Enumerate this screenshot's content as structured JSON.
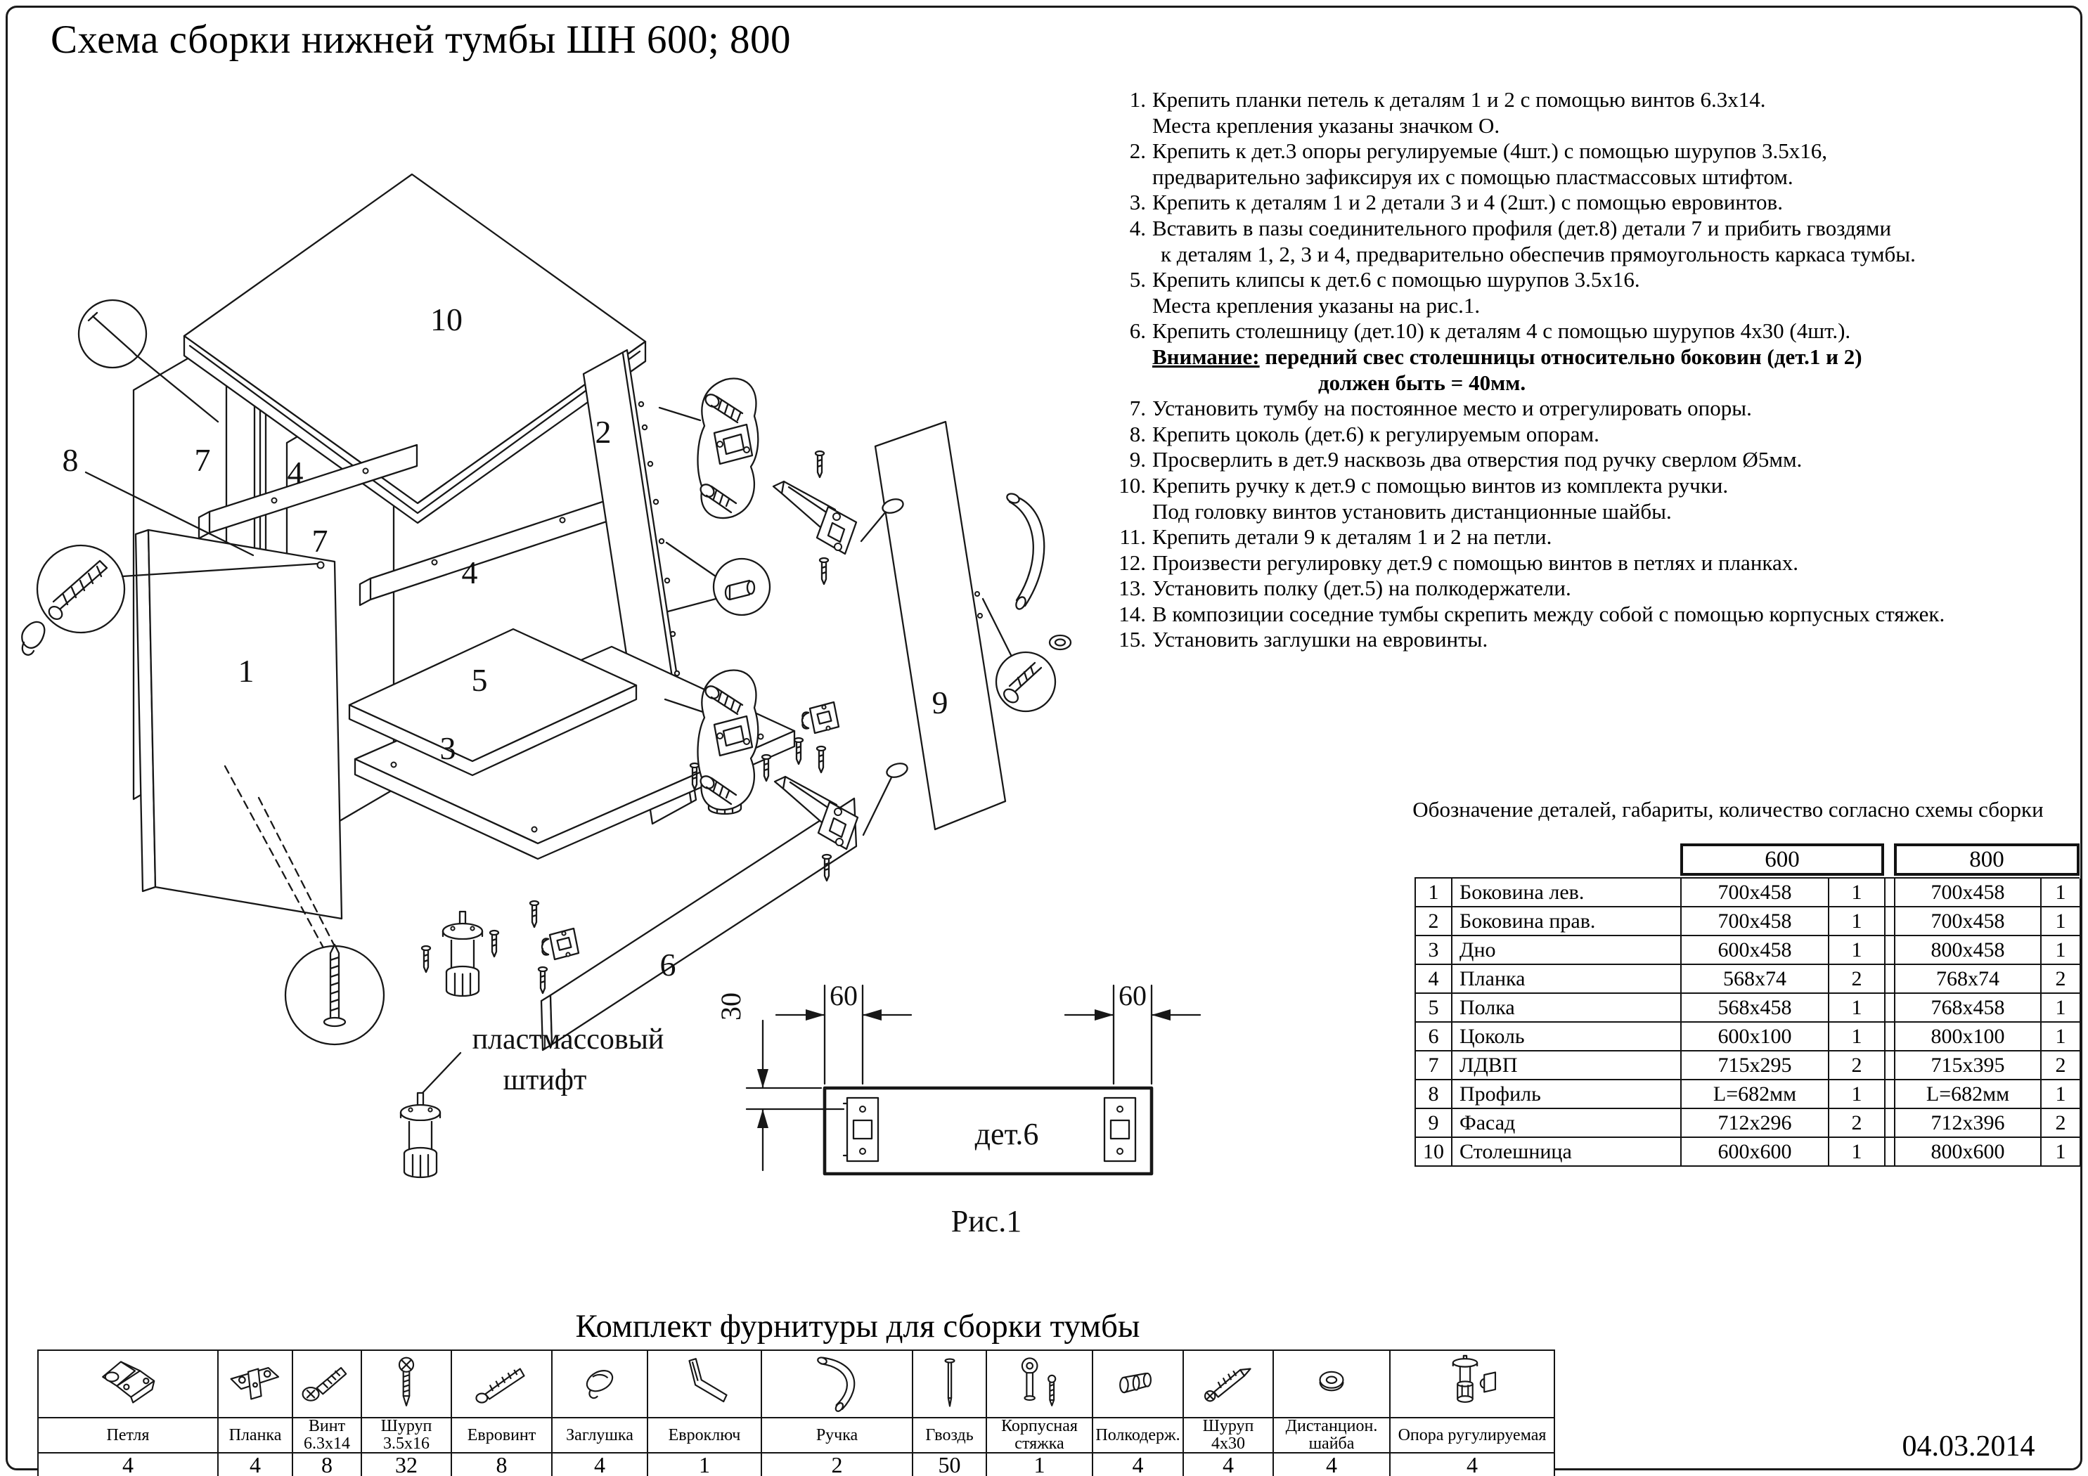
{
  "title": "Схема сборки нижней тумбы ШН 600; 800",
  "date": "04.03.2014",
  "colors": {
    "ink": "#171717",
    "paper": "#ffffff"
  },
  "diagram": {
    "labels": {
      "p1": "1",
      "p2": "2",
      "p3": "3",
      "p4a": "4",
      "p4b": "4",
      "p5": "5",
      "p6": "6",
      "p7a": "7",
      "p7b": "7",
      "p8": "8",
      "p9": "9",
      "p10": "10",
      "shtift1": "пластмассовый",
      "shtift2": "штифт"
    },
    "figure": {
      "part_label": "дет.6",
      "caption": "Рис.1",
      "dim_offset": "30",
      "dim_spacing": "60"
    }
  },
  "instructions": {
    "lines": [
      {
        "num": "1.",
        "text": "Крепить планки петель к деталям 1 и 2 с помощью винтов 6.3x14."
      },
      {
        "num": "",
        "text": "Места крепления указаны значком О."
      },
      {
        "num": "2.",
        "text": "Крепить к дет.3 опоры регулируемые (4шт.) с помощью шурупов 3.5x16,"
      },
      {
        "num": "",
        "text": "предварительно зафиксируя их с помощью пластмассовых штифтом."
      },
      {
        "num": "3.",
        "text": "Крепить к деталям 1 и 2 детали 3 и 4 (2шт.) с помощью евровинтов."
      },
      {
        "num": "4.",
        "text": "Вставить в пазы соединительного профиля (дет.8) детали 7 и прибить гвоздями"
      },
      {
        "num": "",
        "text": "к деталям 1, 2, 3 и 4, предварительно обеспечив прямоугольность каркаса тумбы.",
        "indent": true
      },
      {
        "num": "5.",
        "text": "Крепить клипсы к дет.6 с помощью шурупов 3.5x16."
      },
      {
        "num": "",
        "text": "Места крепления указаны на рис.1."
      },
      {
        "num": "6.",
        "text": "Крепить столешницу (дет.10) к деталям 4 с помощью шурупов 4x30 (4шт.)."
      },
      {
        "num": "",
        "prefix": "Внимание:",
        "text": " передний свес столешницы относительно боковин (дет.1 и 2)",
        "bold": true
      },
      {
        "num": "",
        "text": "должен быть = 40мм.",
        "bold": true,
        "indent2": true
      },
      {
        "num": "7.",
        "text": "Установить тумбу на постоянное место и отрегулировать опоры."
      },
      {
        "num": "8.",
        "text": "Крепить цоколь (дет.6) к регулируемым опорам."
      },
      {
        "num": "9.",
        "text": "Просверлить в дет.9 насквозь два отверстия под ручку сверлом Ø5мм."
      },
      {
        "num": "10.",
        "text": "Крепить ручку к дет.9 с помощью винтов из комплекта ручки."
      },
      {
        "num": "",
        "text": "Под головку винтов установить дистанционные шайбы."
      },
      {
        "num": "11.",
        "text": "Крепить детали 9 к деталям 1 и 2 на петли."
      },
      {
        "num": "12.",
        "text": "Произвести регулировку дет.9 с помощью винтов в петлях и планках."
      },
      {
        "num": "13.",
        "text": "Установить полку (дет.5) на полкодержатели."
      },
      {
        "num": "14.",
        "text": "В композиции соседние тумбы скрепить между собой с помощью корпусных стяжек."
      },
      {
        "num": "15.",
        "text": "Установить заглушки на евровинты."
      }
    ]
  },
  "parts_table": {
    "title": "Обозначение деталей, габариты, количество согласно схемы сборки",
    "col_groups": [
      "600",
      "800"
    ],
    "rows": [
      {
        "num": "1",
        "name": "Боковина лев.",
        "size600": "700x458",
        "qty600": "1",
        "size800": "700x458",
        "qty800": "1"
      },
      {
        "num": "2",
        "name": "Боковина прав.",
        "size600": "700x458",
        "qty600": "1",
        "size800": "700x458",
        "qty800": "1"
      },
      {
        "num": "3",
        "name": "Дно",
        "size600": "600x458",
        "qty600": "1",
        "size800": "800x458",
        "qty800": "1"
      },
      {
        "num": "4",
        "name": "Планка",
        "size600": "568x74",
        "qty600": "2",
        "size800": "768x74",
        "qty800": "2"
      },
      {
        "num": "5",
        "name": "Полка",
        "size600": "568x458",
        "qty600": "1",
        "size800": "768x458",
        "qty800": "1"
      },
      {
        "num": "6",
        "name": "Цоколь",
        "size600": "600x100",
        "qty600": "1",
        "size800": "800x100",
        "qty800": "1"
      },
      {
        "num": "7",
        "name": "ЛДВП",
        "size600": "715x295",
        "qty600": "2",
        "size800": "715x395",
        "qty800": "2"
      },
      {
        "num": "8",
        "name": "Профиль",
        "size600": "L=682мм",
        "qty600": "1",
        "size800": "L=682мм",
        "qty800": "1"
      },
      {
        "num": "9",
        "name": "Фасад",
        "size600": "712x296",
        "qty600": "2",
        "size800": "712x396",
        "qty800": "2"
      },
      {
        "num": "10",
        "name": "Столешница",
        "size600": "600x600",
        "qty600": "1",
        "size800": "800x600",
        "qty800": "1"
      }
    ]
  },
  "hardware_kit": {
    "title": "Комплект фурнитуры для сборки тумбы",
    "items": [
      {
        "name": "Петля",
        "qty": "4",
        "icon": "hinge-icon"
      },
      {
        "name": "Планка",
        "qty": "4",
        "icon": "mounting-plate-icon"
      },
      {
        "name": "Винт 6.3x14",
        "qty": "8",
        "icon": "screw-icon"
      },
      {
        "name": "Шуруп 3.5x16",
        "qty": "32",
        "icon": "wood-screw-icon"
      },
      {
        "name": "Евровинт",
        "qty": "8",
        "icon": "euro-screw-icon"
      },
      {
        "name": "Заглушка",
        "qty": "4",
        "icon": "cap-icon"
      },
      {
        "name": "Евроключ",
        "qty": "1",
        "icon": "hex-key-icon"
      },
      {
        "name": "Ручка",
        "qty": "2",
        "icon": "handle-icon"
      },
      {
        "name": "Гвоздь",
        "qty": "50",
        "icon": "nail-icon"
      },
      {
        "name": "Корпусная стяжка",
        "qty": "1",
        "icon": "connector-bolt-icon"
      },
      {
        "name": "Полкодерж.",
        "qty": "4",
        "icon": "shelf-pin-icon"
      },
      {
        "name": "Шуруп 4x30",
        "qty": "4",
        "icon": "screw-4x30-icon"
      },
      {
        "name": "Дистанцион. шайба",
        "qty": "4",
        "icon": "washer-icon"
      },
      {
        "name": "Опора ругулируемая",
        "qty": "4",
        "icon": "adjustable-leg-icon"
      }
    ]
  }
}
